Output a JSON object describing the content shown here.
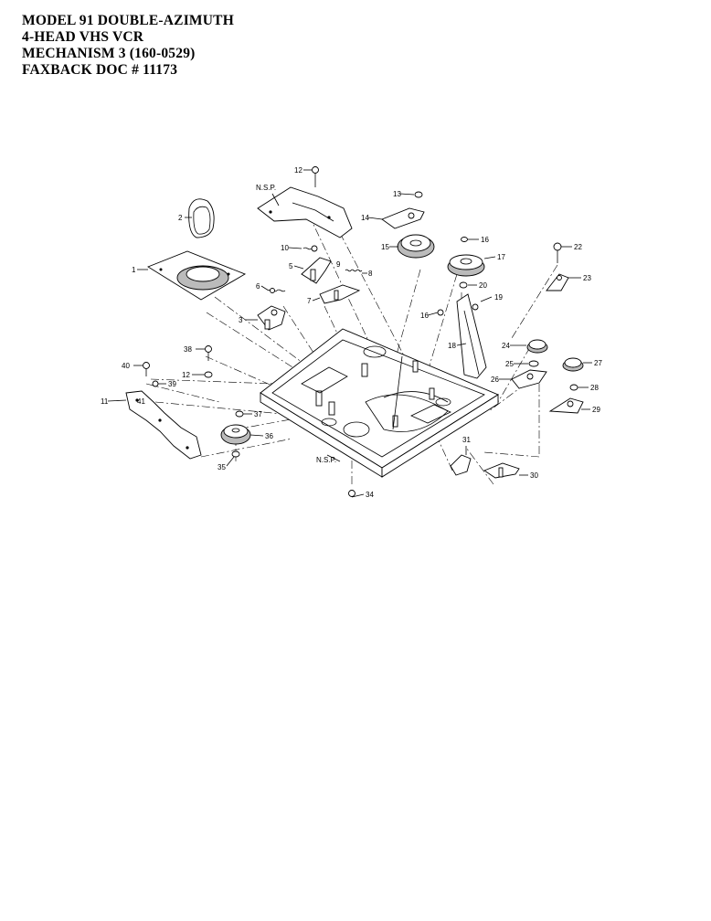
{
  "header": {
    "line1": "MODEL 91 DOUBLE-AZIMUTH",
    "line2": "4-HEAD VHS VCR",
    "line3": "MECHANISM 3  (160-0529)",
    "line4": "FAXBACK DOC #  11173"
  },
  "diagram": {
    "nsp_top": "N.S.P.",
    "nsp_bottom": "N.S.P.",
    "callouts": [
      "1",
      "2",
      "3",
      "5",
      "6",
      "7",
      "8",
      "9",
      "10",
      "11",
      "12",
      "12",
      "13",
      "14",
      "15",
      "16",
      "17",
      "18",
      "19",
      "20",
      "22",
      "23",
      "24",
      "25",
      "26",
      "27",
      "28",
      "29",
      "30",
      "31",
      "34",
      "35",
      "36",
      "37",
      "38",
      "39",
      "40",
      "41",
      "16"
    ]
  }
}
